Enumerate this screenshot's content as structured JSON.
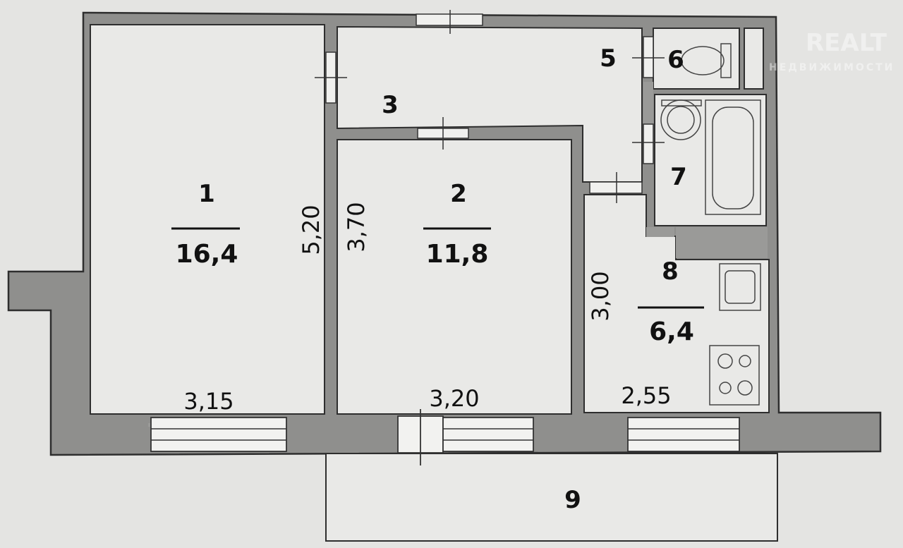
{
  "rooms": {
    "r1": {
      "number": "1",
      "area": "16,4"
    },
    "r2": {
      "number": "2",
      "area": "11,8"
    },
    "r3": {
      "number": "3"
    },
    "r5": {
      "number": "5"
    },
    "r6": {
      "number": "6"
    },
    "r7": {
      "number": "7"
    },
    "r8": {
      "number": "8",
      "area": "6,4"
    },
    "r9": {
      "number": "9"
    }
  },
  "dimensions": {
    "room1_width": "3,15",
    "room1_length": "5,20",
    "room2_width": "3,20",
    "room2_length": "3,70",
    "room8_width": "2,55",
    "room8_length": "3,00"
  },
  "watermark": {
    "text": "REALT",
    "subtext": "НЕДВИЖИМОСТИ"
  },
  "colors": {
    "wall": "#8f8f8d",
    "floor": "#e9e9e7",
    "background": "#e4e4e2"
  }
}
